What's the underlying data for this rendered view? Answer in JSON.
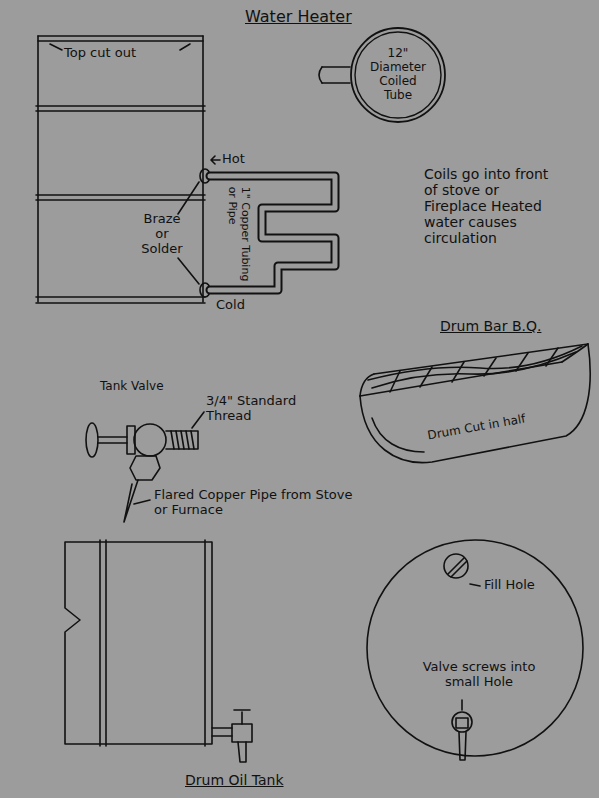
{
  "diagram": {
    "title": "Water Heater",
    "nodes": [
      {
        "text": [
          "12\" Diameter Coiled Tube"
        ]
      }
    ],
    "labels": [
      "Top cut out",
      "Hot",
      "1\" Copper Tubing or Pipe",
      "Braze or Solder",
      "Cold",
      "Coils go into front of stove or Fireplace Heated water causes circulation",
      "Drum Bar B.Q.",
      "Drum Cut in half",
      "Tank Valve",
      "3/4\" Standard Thread",
      "Flared Copper Pipe from Stove or Furnace",
      "Fill Hole",
      "Valve screws into small Hole",
      "Drum Oil Tank"
    ]
  }
}
